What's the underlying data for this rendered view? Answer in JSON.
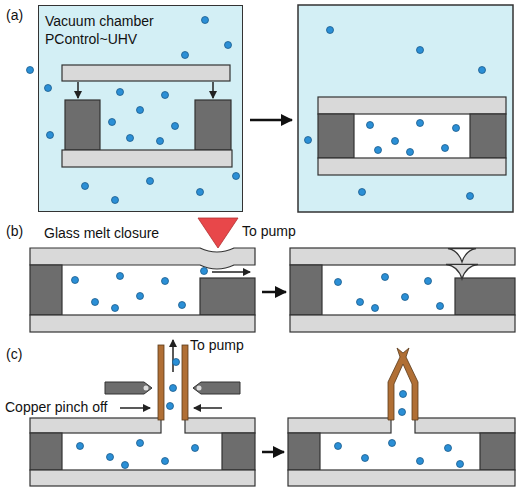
{
  "diagram": {
    "nodes": [
      {
        "text": [
          "Vacuum chamber",
          "PControl~UHV"
        ]
      }
    ],
    "labels": [
      "(a)",
      "(b)",
      "Glass melt closure",
      "To pump",
      "(c)",
      "To pump",
      "Copper pinch off"
    ]
  }
}
